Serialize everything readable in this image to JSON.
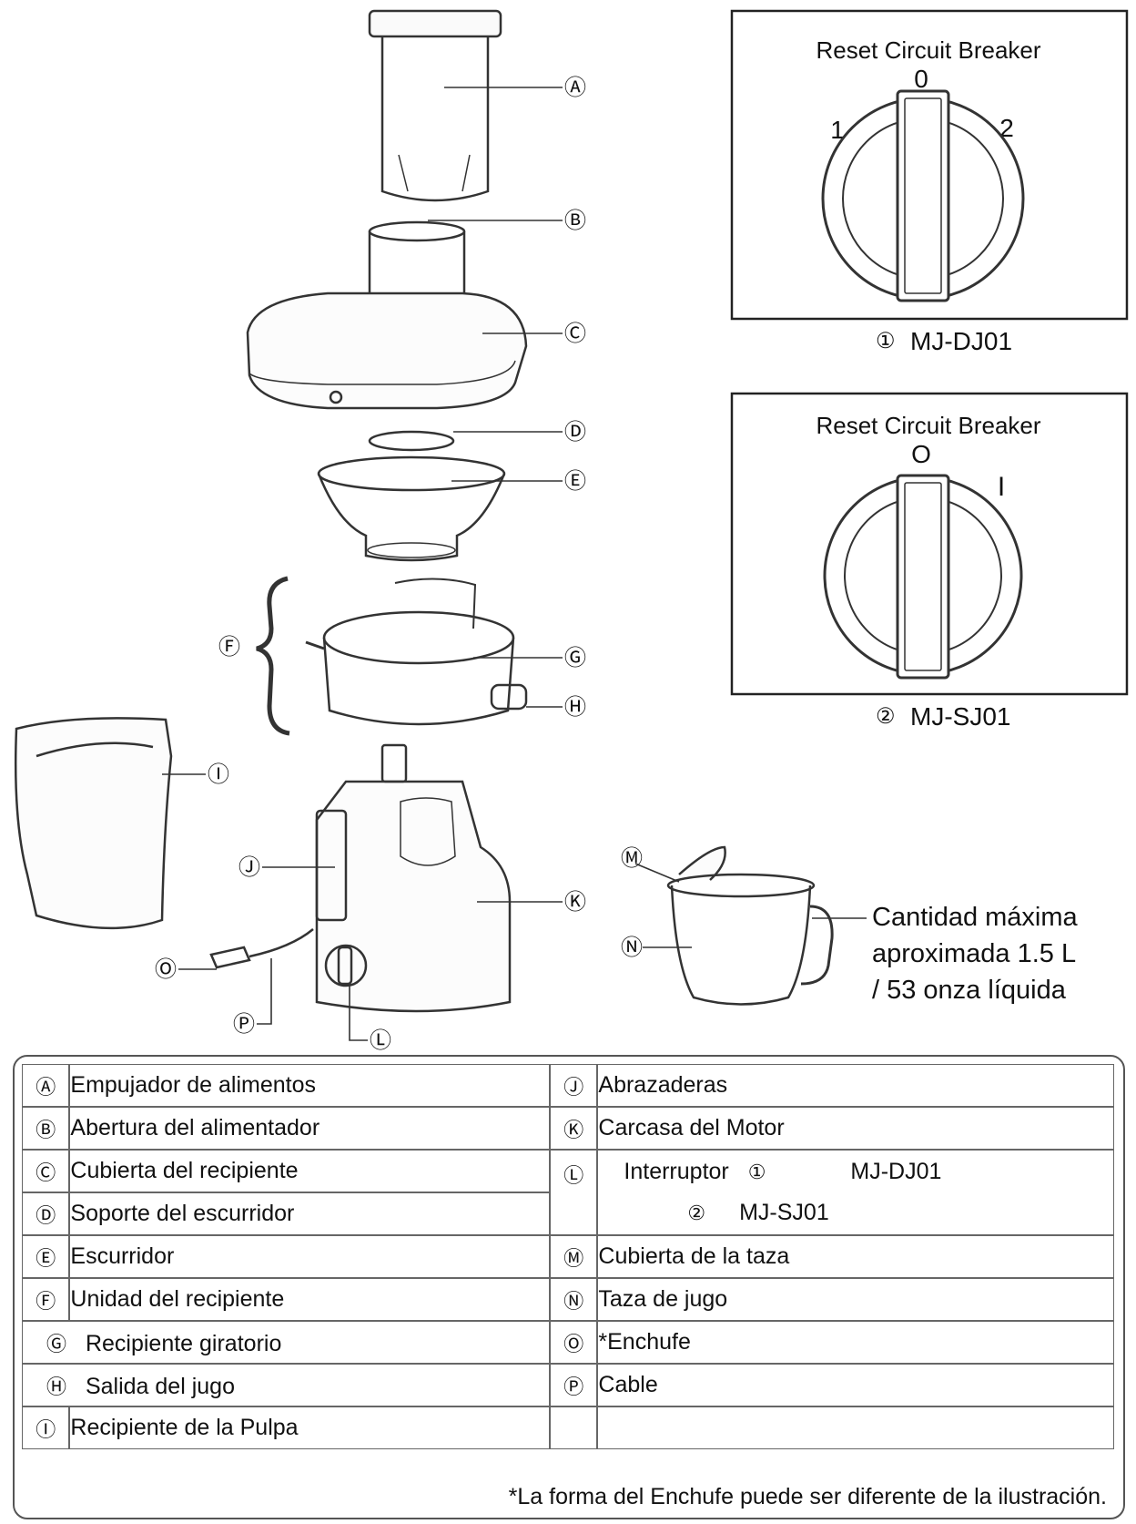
{
  "labels": {
    "A": "Ⓐ",
    "B": "Ⓑ",
    "C": "Ⓒ",
    "D": "Ⓓ",
    "E": "Ⓔ",
    "F": "Ⓕ",
    "G": "Ⓖ",
    "H": "Ⓗ",
    "I": "Ⓘ",
    "J": "Ⓙ",
    "K": "Ⓚ",
    "L": "Ⓛ",
    "M": "Ⓜ",
    "N": "Ⓝ",
    "O": "Ⓞ",
    "P": "Ⓟ"
  },
  "switch1": {
    "title": "Reset Circuit Breaker",
    "pos_top": "0",
    "pos_left": "1",
    "pos_right": "2",
    "marker": "①",
    "model": "MJ-DJ01"
  },
  "switch2": {
    "title": "Reset Circuit Breaker",
    "pos_top": "O",
    "pos_right": "I",
    "marker": "②",
    "model": "MJ-SJ01"
  },
  "capacity": {
    "line1": "Cantidad máxima",
    "line2": "aproximada 1.5 L",
    "line3": "/ 53 onza líquida"
  },
  "table": {
    "left": [
      {
        "key": "Ⓐ",
        "text": "Empujador de alimentos"
      },
      {
        "key": "Ⓑ",
        "text": "Abertura del alimentador"
      },
      {
        "key": "Ⓒ",
        "text": "Cubierta del recipiente"
      },
      {
        "key": "Ⓓ",
        "text": "Soporte del escurridor"
      },
      {
        "key": "Ⓔ",
        "text": "Escurridor"
      },
      {
        "key": "Ⓕ",
        "text": "Unidad del recipiente"
      },
      {
        "key": "Ⓖ",
        "text": "Recipiente giratorio"
      },
      {
        "key": "Ⓗ",
        "text": "Salida del jugo"
      },
      {
        "key": "Ⓘ",
        "text": "Recipiente de la Pulpa"
      }
    ],
    "right": [
      {
        "key": "Ⓙ",
        "text": "Abrazaderas"
      },
      {
        "key": "Ⓚ",
        "text": "Carcasa del Motor"
      },
      {
        "key": "Ⓛ",
        "text": "Interruptor",
        "m1": "①",
        "m1_model": "MJ-DJ01",
        "m2": "②",
        "m2_model": "MJ-SJ01"
      },
      {
        "key": "Ⓜ",
        "text": "Cubierta de la taza"
      },
      {
        "key": "Ⓝ",
        "text": "Taza de jugo"
      },
      {
        "key": "Ⓞ",
        "text": "*Enchufe"
      },
      {
        "key": "Ⓟ",
        "text": "Cable"
      }
    ]
  },
  "footnote": "*La forma del Enchufe puede ser diferente de la ilustración."
}
